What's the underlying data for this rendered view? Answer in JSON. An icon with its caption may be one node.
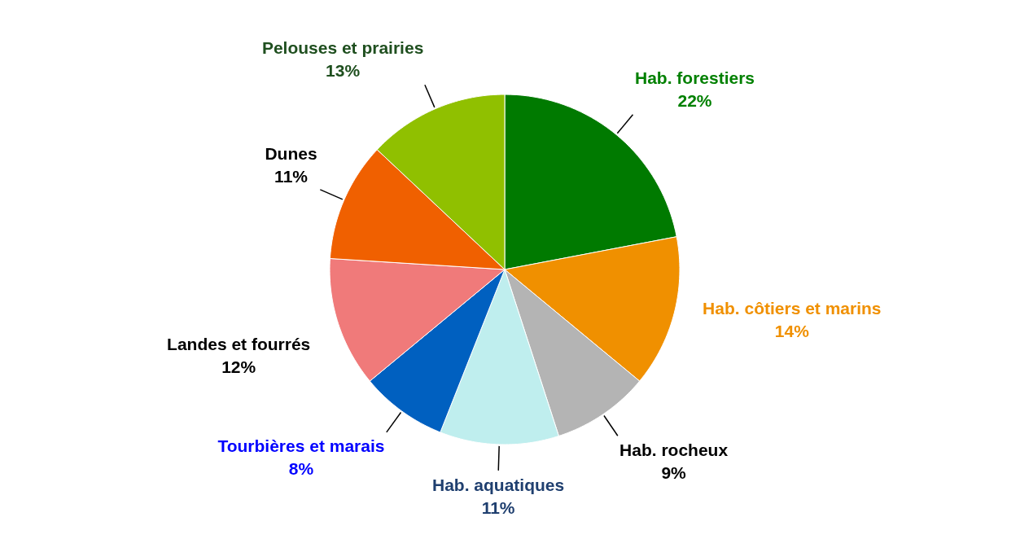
{
  "diagram": {
    "chart_data": {
      "type": "pie",
      "categories": [
        "Hab. forestiers",
        "Hab. côtiers et marins",
        "Hab. rocheux",
        "Hab. aquatiques",
        "Tourbières et marais",
        "Landes et fourrés",
        "Dunes",
        "Pelouses et prairies"
      ],
      "values": [
        22,
        14,
        9,
        11,
        8,
        12,
        11,
        13
      ],
      "value_labels": [
        "22%",
        "14%",
        "9%",
        "11%",
        "8%",
        "12%",
        "11%",
        "13%"
      ],
      "colors": [
        "#007a00",
        "#f09000",
        "#b4b4b4",
        "#bfeeee",
        "#0060c0",
        "#f07a7a",
        "#f06000",
        "#90c000"
      ],
      "data_labels": true
    }
  }
}
